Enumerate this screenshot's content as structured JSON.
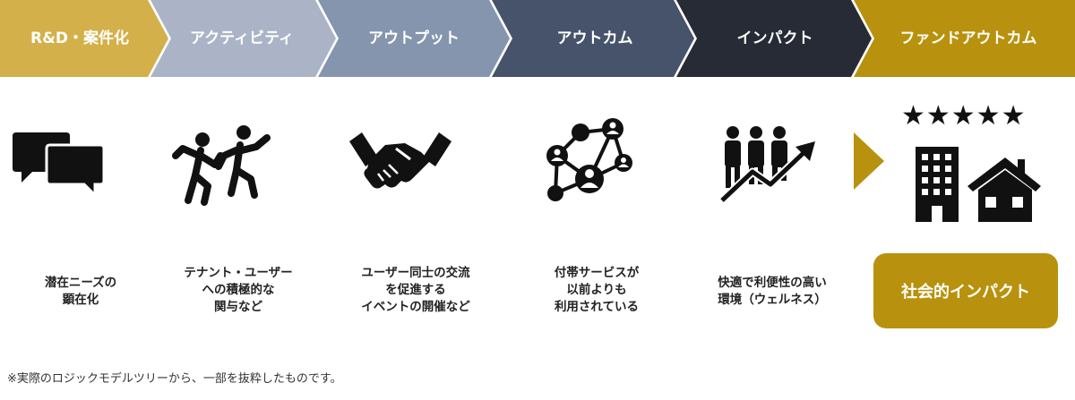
{
  "stages": [
    {
      "label": "R&D・案件化",
      "color": "#d4b04a"
    },
    {
      "label": "アクティビティ",
      "color": "#aab4c6"
    },
    {
      "label": "アウトプット",
      "color": "#8595ae"
    },
    {
      "label": "アウトカム",
      "color": "#46536a"
    },
    {
      "label": "インパクト",
      "color": "#262b35"
    },
    {
      "label": "ファンドアウトカム",
      "color": "#b8920e"
    }
  ],
  "icons": [
    "speech-bubbles-icon",
    "people-running-icon",
    "handshake-icon",
    "network-people-icon",
    "people-growth-icon",
    "buildings-house-icon"
  ],
  "descriptions": [
    "潜在ニーズの\n顕在化",
    "テナント・ユーザー\nへの積極的な\n関与など",
    "ユーザー同士の交流\nを促進する\nイベントの開催など",
    "付帯サービスが\n以前よりも\n利用されている",
    "快適で利便性の高い\n環境（ウェルネス）"
  ],
  "stars": "★★★★★",
  "impact_label": "社会的インパクト",
  "footnote": "※実際のロジックモデルツリーから、一部を抜粋したものです。"
}
